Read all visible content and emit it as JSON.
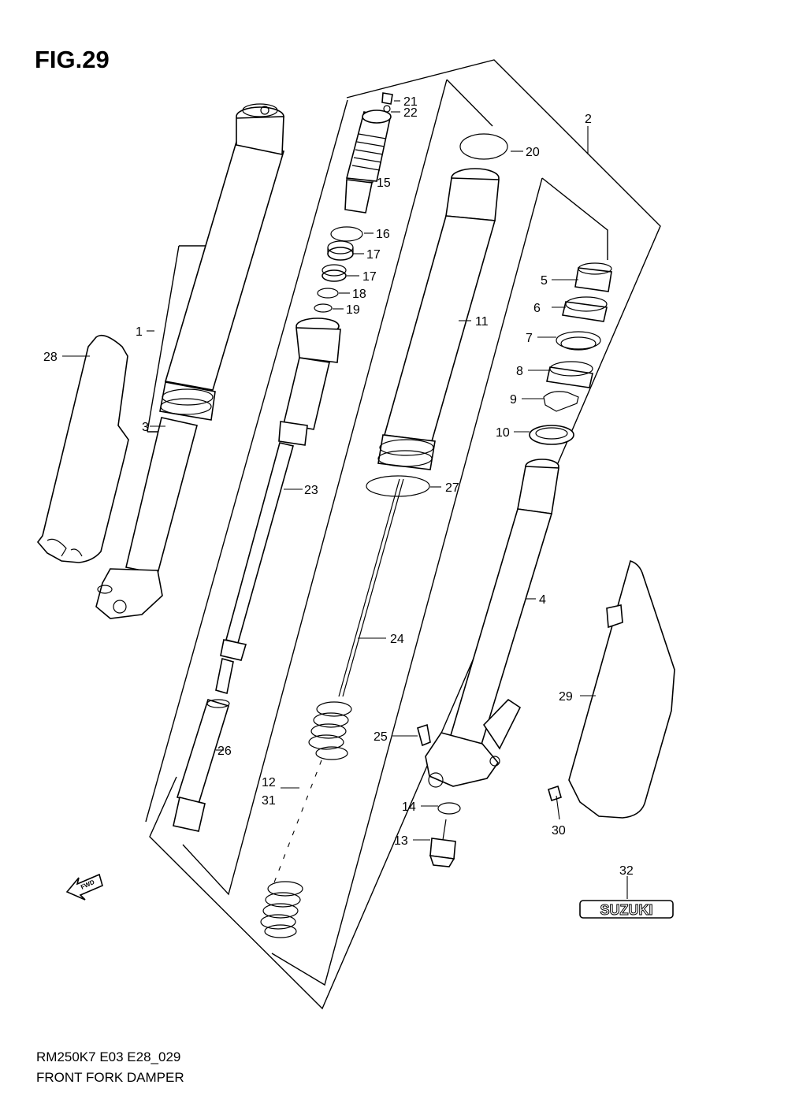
{
  "figure": {
    "title": "FIG.29"
  },
  "footer": {
    "code": "RM250K7 E03 E28_029",
    "name": "FRONT FORK DAMPER"
  },
  "callouts": [
    {
      "id": "c1",
      "text": "1"
    },
    {
      "id": "c2",
      "text": "2"
    },
    {
      "id": "c3",
      "text": "3"
    },
    {
      "id": "c4",
      "text": "4"
    },
    {
      "id": "c5",
      "text": "5"
    },
    {
      "id": "c6",
      "text": "6"
    },
    {
      "id": "c7",
      "text": "7"
    },
    {
      "id": "c8",
      "text": "8"
    },
    {
      "id": "c9",
      "text": "9"
    },
    {
      "id": "c10",
      "text": "10"
    },
    {
      "id": "c11",
      "text": "11"
    },
    {
      "id": "c12",
      "text": "12"
    },
    {
      "id": "c31",
      "text": "31"
    },
    {
      "id": "c13",
      "text": "13"
    },
    {
      "id": "c14",
      "text": "14"
    },
    {
      "id": "c15",
      "text": "15"
    },
    {
      "id": "c16",
      "text": "16"
    },
    {
      "id": "c17a",
      "text": "17"
    },
    {
      "id": "c17b",
      "text": "17"
    },
    {
      "id": "c18",
      "text": "18"
    },
    {
      "id": "c19",
      "text": "19"
    },
    {
      "id": "c20",
      "text": "20"
    },
    {
      "id": "c21",
      "text": "21"
    },
    {
      "id": "c22",
      "text": "22"
    },
    {
      "id": "c23",
      "text": "23"
    },
    {
      "id": "c24",
      "text": "24"
    },
    {
      "id": "c25",
      "text": "25"
    },
    {
      "id": "c26",
      "text": "26"
    },
    {
      "id": "c27",
      "text": "27"
    },
    {
      "id": "c28",
      "text": "28"
    },
    {
      "id": "c29",
      "text": "29"
    },
    {
      "id": "c30",
      "text": "30"
    },
    {
      "id": "c32",
      "text": "32"
    }
  ],
  "badges": {
    "fwd": "FWD",
    "suzuki": "SUZUKI"
  }
}
